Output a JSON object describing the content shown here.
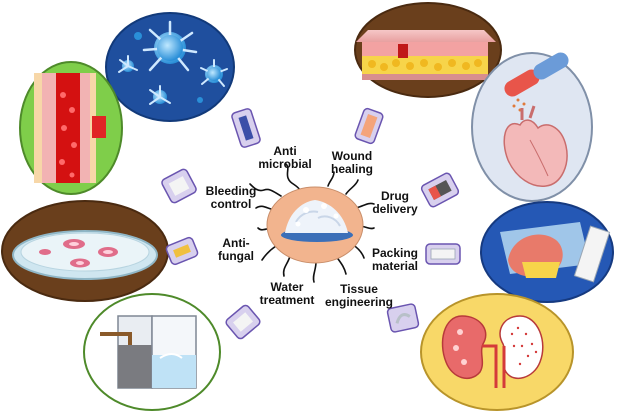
{
  "labels": {
    "antimicrobial": "Anti\nmicrobial",
    "wound_healing": "Wound\nhealing",
    "bleeding_control": "Bleeding\ncontrol",
    "drug_delivery": "Drug\ndelivery",
    "antifungal": "Anti-\nfungal",
    "packing_material": "Packing\nmaterial",
    "water_treatment": "Water\ntreatment",
    "tissue_engineering": "Tissue\nengineering"
  },
  "colors": {
    "center_disc": "#f2b48e",
    "center_ring": "#3b6fb8",
    "pad_fill": "#d8d0ee",
    "pad_stroke": "#6a55b0",
    "antimicrobial_bg": "#1f4f9e",
    "bleeding_bg": "#7fce4a",
    "antifungal_bg": "#6a3f1c",
    "water_bg": "#ffffff",
    "wound_bg": "#6a3f1c",
    "drug_bg": "#dfe6f2",
    "packing_bg": "#2558b5",
    "tissue_bg": "#f8d868"
  }
}
